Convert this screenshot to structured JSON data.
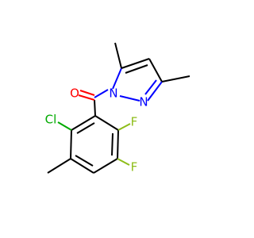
{
  "molecule": {
    "atoms": {
      "oxygen": {
        "symbol": "O",
        "color": "#ff0000"
      },
      "n1": {
        "symbol": "N",
        "color": "#0000ff"
      },
      "n2": {
        "symbol": "N",
        "color": "#0000ff"
      },
      "chlorine": {
        "symbol": "Cl",
        "color": "#00aa00"
      },
      "fluorine_upper": {
        "symbol": "F",
        "color": "#8ebd1a"
      },
      "fluorine_lower": {
        "symbol": "F",
        "color": "#8ebd1a"
      }
    }
  }
}
